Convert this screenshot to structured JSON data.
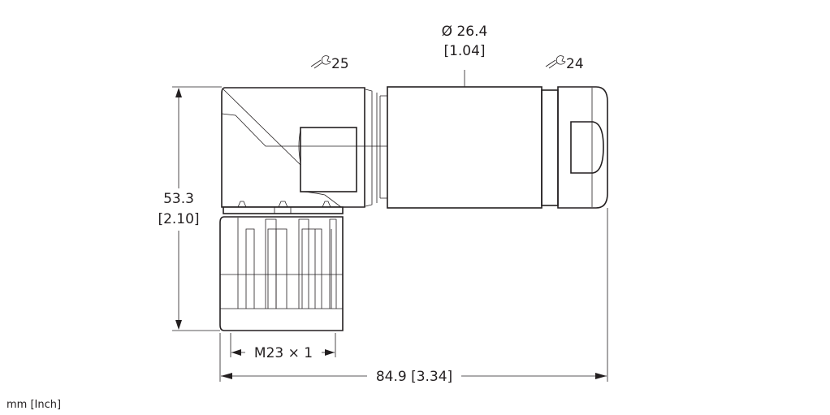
{
  "dimensions": {
    "diameter_mm": "Ø 26.4",
    "diameter_in": "[1.04]",
    "wrench_left": "25",
    "wrench_right": "24",
    "height_mm": "53.3",
    "height_in": "[2.10]",
    "thread": "M23 × 1",
    "length": "84.9 [3.34]"
  },
  "units_note": "mm [Inch]",
  "colors": {
    "line": "#231f20",
    "background": "#ffffff"
  }
}
